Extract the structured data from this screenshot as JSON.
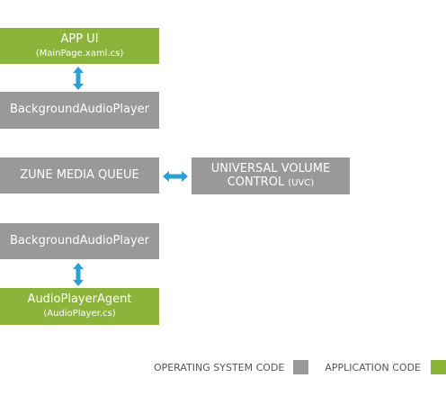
{
  "boxes": {
    "app_ui": {
      "title": "APP UI",
      "subtitle": "(MainPage.xaml.cs)"
    },
    "background_audio_player_top": {
      "title": "BackgroundAudioPlayer"
    },
    "zune_media_queue": {
      "title": "ZUNE MEDIA QUEUE"
    },
    "universal_volume_control": {
      "title_line1": "UNIVERSAL VOLUME",
      "title_line2": "CONTROL",
      "abbr": "(UVC)"
    },
    "background_audio_player_bottom": {
      "title": "BackgroundAudioPlayer"
    },
    "audio_player_agent": {
      "title": "AudioPlayerAgent",
      "subtitle": "(AudioPlayer.cs)"
    }
  },
  "legend": {
    "os_code": "OPERATING SYSTEM CODE",
    "app_code": "APPLICATION CODE"
  },
  "colors": {
    "application_code": "#8db43a",
    "operating_system_code": "#999999",
    "arrow": "#2a9fd8"
  }
}
